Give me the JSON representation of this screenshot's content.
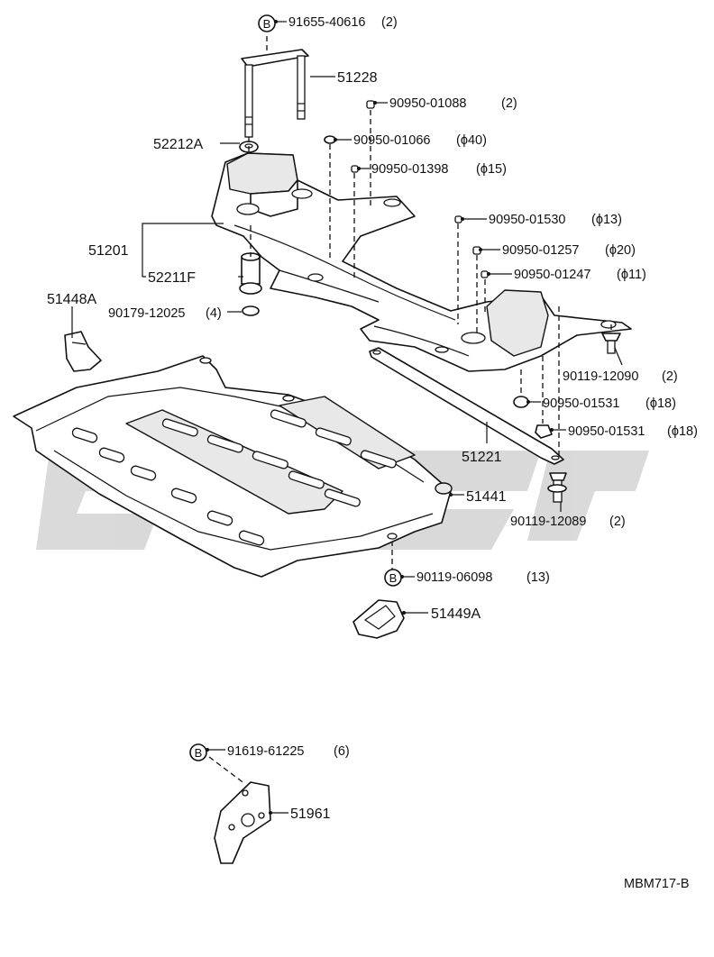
{
  "diagram_code": "MBM717-B",
  "label_b_symbol": "B",
  "parts": {
    "p91655": {
      "number": "91655-40616",
      "qty": "(2)"
    },
    "p51228": {
      "number": "51228"
    },
    "p90950_01088": {
      "number": "90950-01088",
      "qty": "(2)"
    },
    "p90950_01066": {
      "number": "90950-01066",
      "qty": "(ϕ40)"
    },
    "p52212A": {
      "number": "52212A"
    },
    "p90950_01398": {
      "number": "90950-01398",
      "qty": "(ϕ15)"
    },
    "p90950_01530": {
      "number": "90950-01530",
      "qty": "(ϕ13)"
    },
    "p51201": {
      "number": "51201"
    },
    "p90950_01257": {
      "number": "90950-01257",
      "qty": "(ϕ20)"
    },
    "p52211F": {
      "number": "52211F"
    },
    "p90950_01247": {
      "number": "90950-01247",
      "qty": "(ϕ11)"
    },
    "p51448A": {
      "number": "51448A"
    },
    "p90179": {
      "number": "90179-12025",
      "qty": "(4)"
    },
    "p90119_12090": {
      "number": "90119-12090",
      "qty": "(2)"
    },
    "p90950_01531a": {
      "number": "90950-01531",
      "qty": "(ϕ18)"
    },
    "p90950_01531b": {
      "number": "90950-01531",
      "qty": "(ϕ18)"
    },
    "p51221": {
      "number": "51221"
    },
    "p51441": {
      "number": "51441"
    },
    "p90119_12089": {
      "number": "90119-12089",
      "qty": "(2)"
    },
    "p90119_06098": {
      "number": "90119-06098",
      "qty": "(13)"
    },
    "p51449A": {
      "number": "51449A"
    },
    "p91619": {
      "number": "91619-61225",
      "qty": "(6)"
    },
    "p51961": {
      "number": "51961"
    }
  }
}
